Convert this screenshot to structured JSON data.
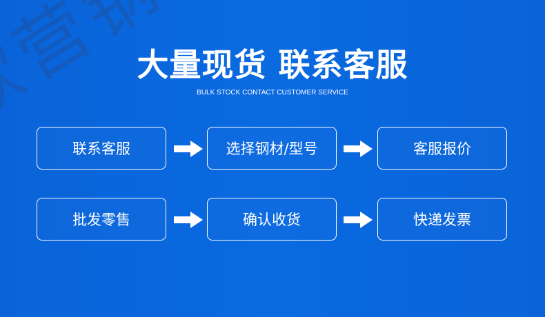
{
  "header": {
    "title": "大量现货 联系客服",
    "subtitle": "BULK STOCK CONTACT CUSTOMER SERVICE"
  },
  "watermark": {
    "text": "欣营钢铁供应"
  },
  "flow": {
    "row1": [
      {
        "label": "联系客服"
      },
      {
        "label": "选择钢材/型号"
      },
      {
        "label": "客服报价"
      }
    ],
    "row2": [
      {
        "label": "批发零售"
      },
      {
        "label": "确认收货"
      },
      {
        "label": "快递发票"
      }
    ],
    "arrow_icon": "arrow-right-icon"
  },
  "colors": {
    "background": "#0a66dd",
    "foreground": "#ffffff"
  }
}
